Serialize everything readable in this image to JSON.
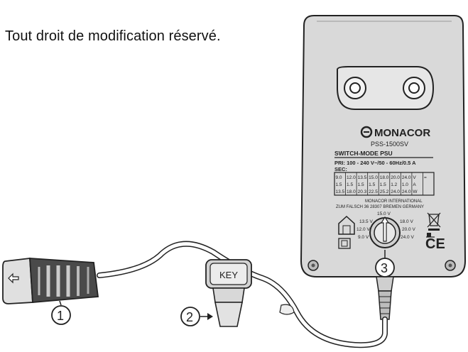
{
  "caption": "Tout droit de modification réservé.",
  "device": {
    "brand": "MONACOR",
    "model": "PSS-1500SV",
    "type_label": "SWITCH-MODE PSU",
    "pri_line": "PRI: 100 - 240 V~/50 - 60Hz/0.5 A",
    "sec_label": "SEC:",
    "table_row1": [
      "9.0",
      "12.0",
      "13.5",
      "15.0",
      "18.0",
      "20.0",
      "24.0",
      "V",
      "="
    ],
    "table_row2": [
      "1.5",
      "1.5",
      "1.5",
      "1.5",
      "1.5",
      "1.2",
      "1.0",
      "A"
    ],
    "table_row3": [
      "13.5",
      "18.0",
      "20.3",
      "22.5",
      "25.2",
      "24.0",
      "24.0",
      "W"
    ],
    "manufacturer_line1": "MONACOR INTERNATIONAL",
    "manufacturer_line2": "ZUM FALSCH 36 28307 BREMEN GERMANY",
    "dial_labels": [
      "15.0 V",
      "13.5 V",
      "18.0 V",
      "12.0 V",
      "20.0 V",
      "9.0 V",
      "24.0 V"
    ],
    "ce_mark": "CE"
  },
  "adapter_key_label": "KEY",
  "callouts": [
    "1",
    "2",
    "3"
  ]
}
